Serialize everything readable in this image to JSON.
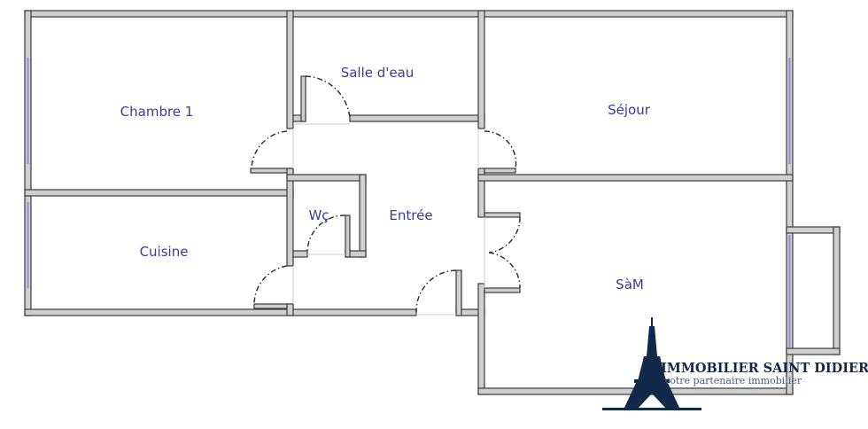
{
  "rooms": {
    "chambre1": "Chambre 1",
    "salle_eau": "Salle d'eau",
    "sejour": "Séjour",
    "wc": "Wç",
    "entree": "Entrée",
    "cuisine": "Cuisine",
    "sam": "SàM"
  },
  "logo": {
    "name": "IMMOBILIER SAINT DIDIER",
    "tagline": "votre partenaire immobilier"
  },
  "colors": {
    "label": "#3a3aa0",
    "logo": "#12284a",
    "wall": "#cfcfcf"
  }
}
